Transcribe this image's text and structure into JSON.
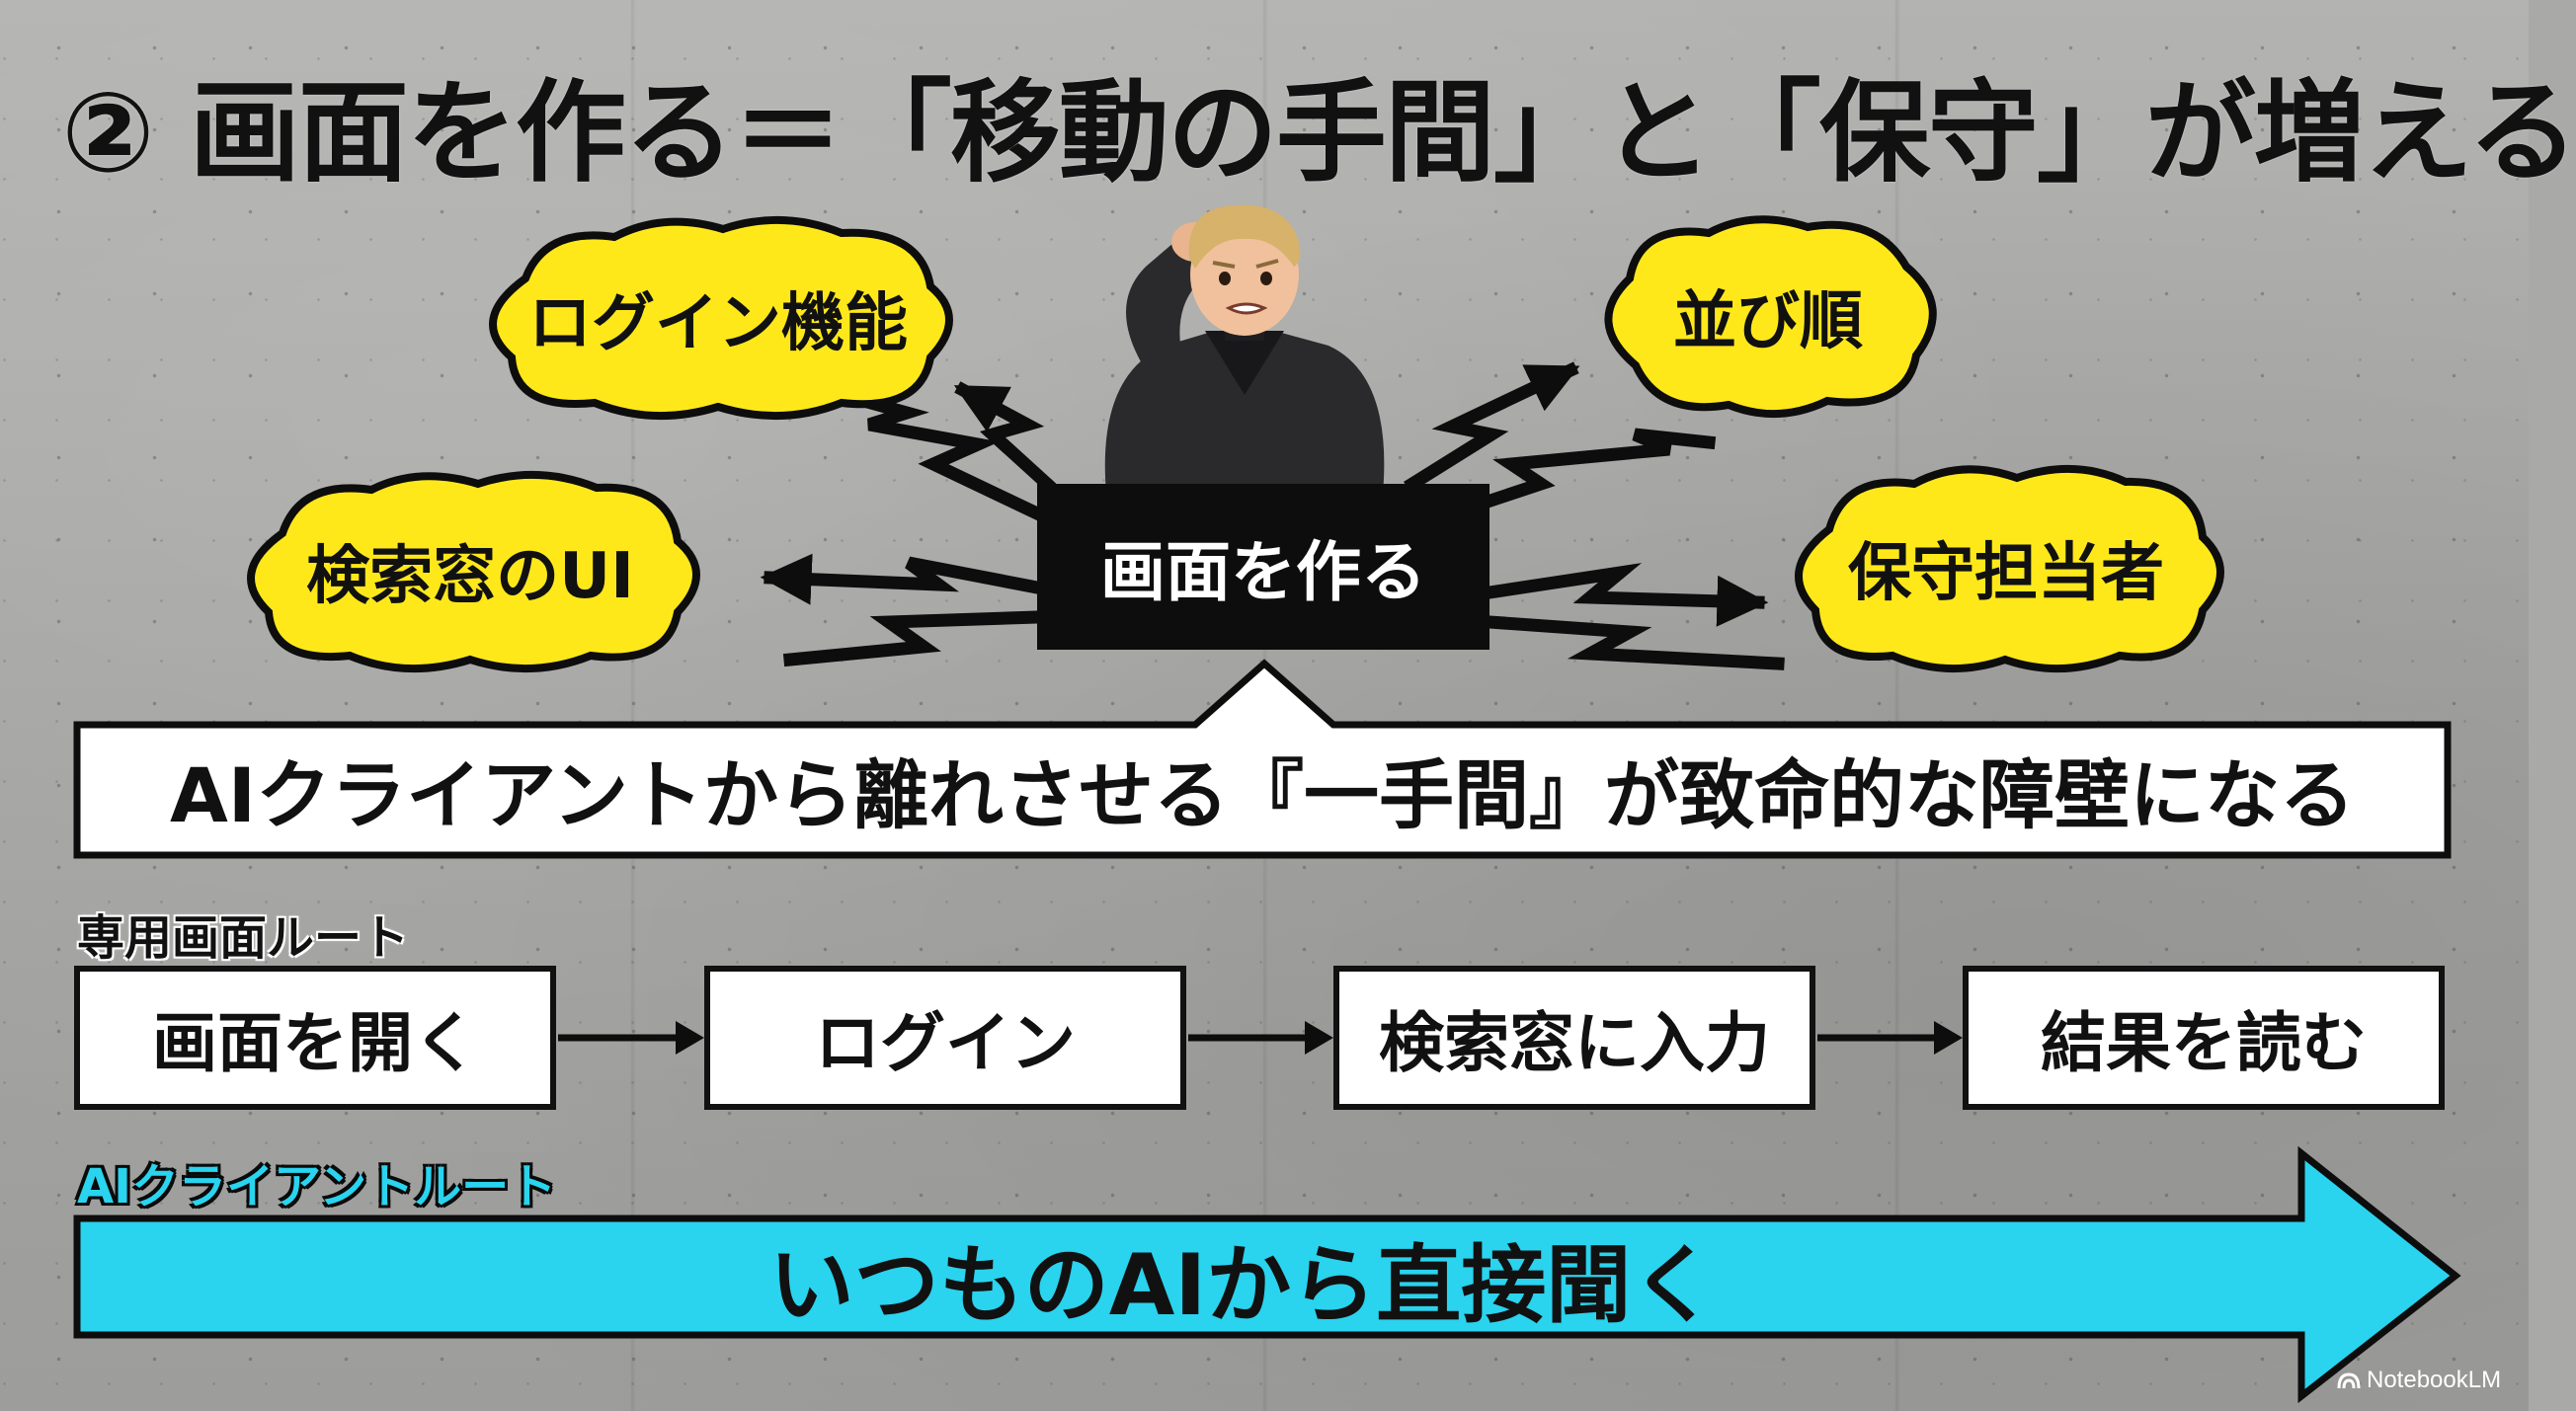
{
  "title": "② 画面を作る＝「移動の手間」と「保守」が増える",
  "center_label": "画面を作る",
  "bubbles": [
    {
      "label": "ログイン機能"
    },
    {
      "label": "並び順"
    },
    {
      "label": "検索窓のUI"
    },
    {
      "label": "保守担当者"
    }
  ],
  "callout": "AIクライアントから離れさせる『一手間』が致命的な障壁になる",
  "dedicated_route": {
    "label": "専用画面ルート",
    "steps": [
      "画面を開く",
      "ログイン",
      "検索窓に入力",
      "結果を読む"
    ]
  },
  "ai_route": {
    "label": "AIクライアントルート",
    "text": "いつものAIから直接聞く"
  },
  "brand": "NotebookLM",
  "colors": {
    "bubble_fill": "#ffe81a",
    "arrow_fill": "#2ad3ee",
    "box_fill": "#0d0d0d",
    "ink": "#111111"
  },
  "icons": [
    "person-scratching-head-icon",
    "lightning-arrow-icon",
    "notebooklm-logo-icon"
  ]
}
